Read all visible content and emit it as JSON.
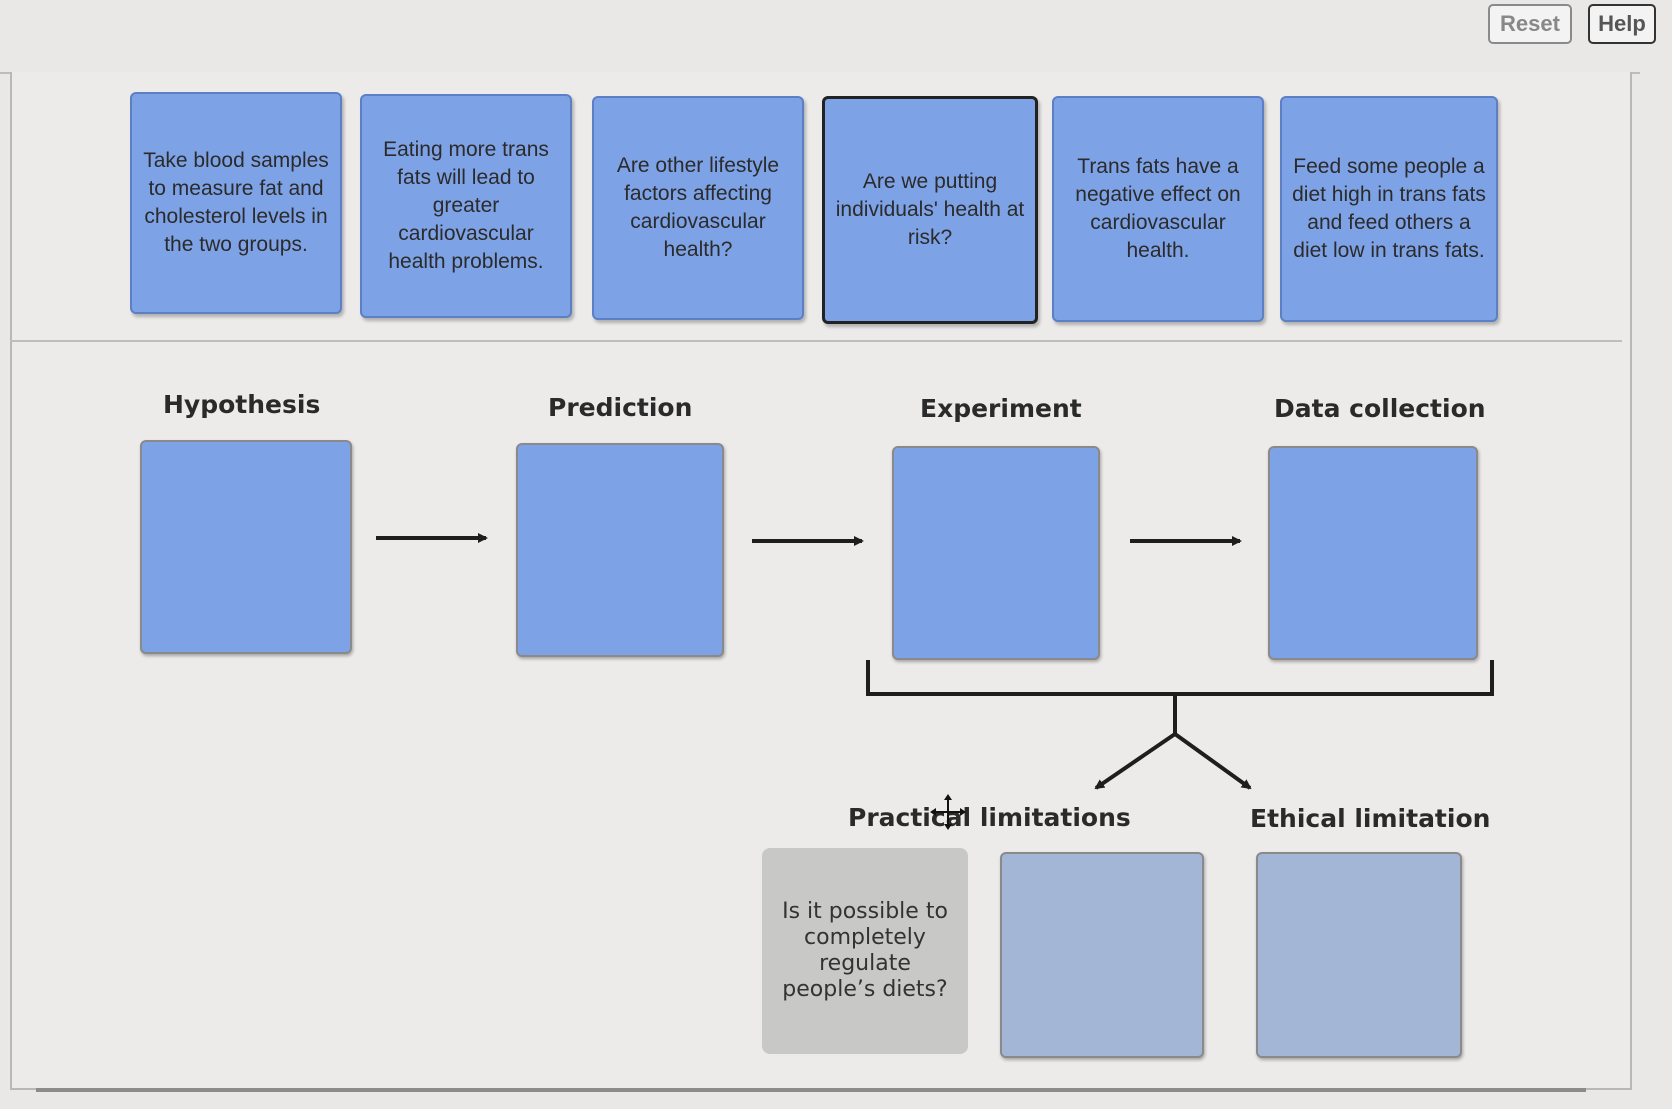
{
  "toolbar": {
    "reset_label": "Reset",
    "help_label": "Help"
  },
  "cards": [
    {
      "text": "Take blood samples to measure fat and cholesterol levels in the two groups."
    },
    {
      "text": "Eating more trans fats will lead to greater cardiovascular health problems."
    },
    {
      "text": "Are other lifestyle factors affecting cardiovascular health?"
    },
    {
      "text": "Are we putting individuals' health at risk?"
    },
    {
      "text": "Trans fats have a negative effect on cardiovascular health."
    },
    {
      "text": "Feed some people a diet high in trans fats and feed others a diet low in trans fats."
    }
  ],
  "stages": {
    "hypothesis": "Hypothesis",
    "prediction": "Prediction",
    "experiment": "Experiment",
    "data_collection": "Data collection",
    "practical_limitations": "Practical limitations",
    "ethical_limitation": "Ethical limitation"
  },
  "hint": {
    "text": "Is it possible to completely regulate people’s diets?"
  },
  "colors": {
    "card_fill": "#7ea2e6",
    "lower_slot_fill": "#a4b6d6",
    "hint_fill": "#c8c8c7"
  }
}
